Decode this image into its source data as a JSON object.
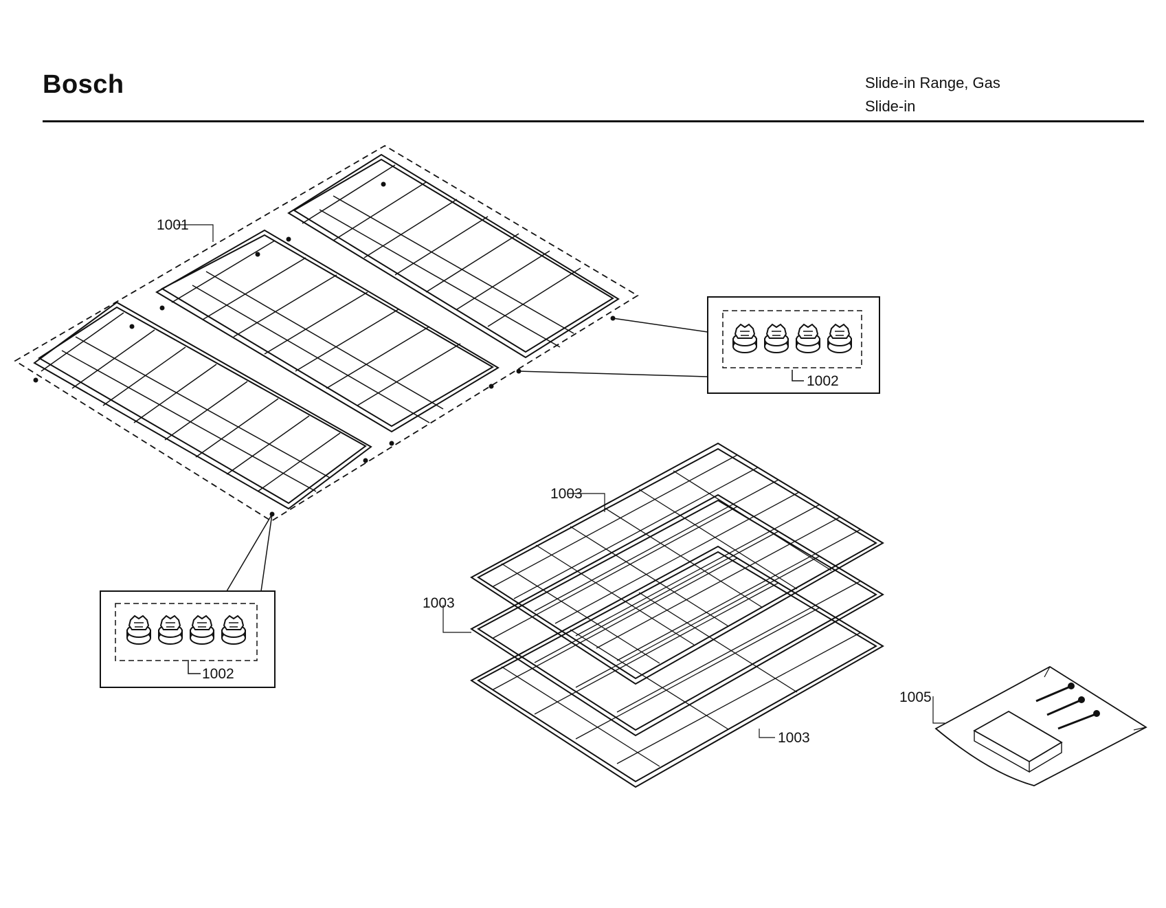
{
  "header": {
    "brand": "Bosch",
    "product_line_1": "Slide-in Range, Gas",
    "product_line_2": "Slide-in"
  },
  "callouts": {
    "grates": "1001",
    "bumpers_right": "1002",
    "bumpers_left": "1002",
    "rack_top": "1003",
    "rack_middle": "1003",
    "rack_bottom": "1003",
    "hardware_kit": "1005"
  }
}
